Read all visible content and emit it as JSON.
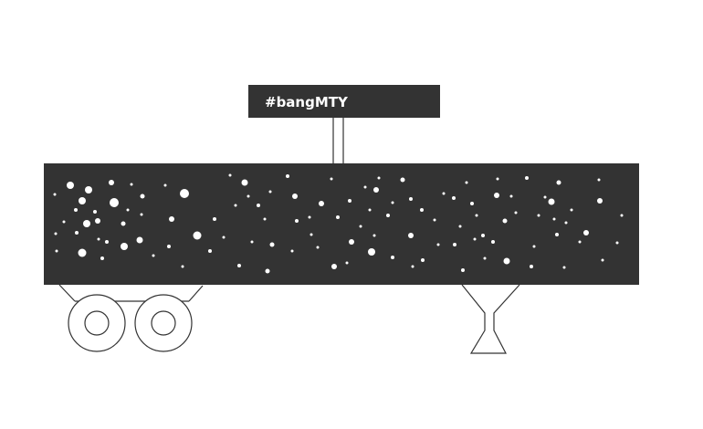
{
  "sign": {
    "label": "#bangMTY"
  },
  "colors": {
    "background": "#ffffff",
    "trailer_body": "#333333",
    "sign_board": "#333333",
    "sign_text": "#ffffff",
    "dots": "#ffffff",
    "outline": "#333333"
  },
  "icons": [
    "trailer-body",
    "sign-board",
    "sign-post",
    "wheel",
    "landing-gear"
  ]
}
